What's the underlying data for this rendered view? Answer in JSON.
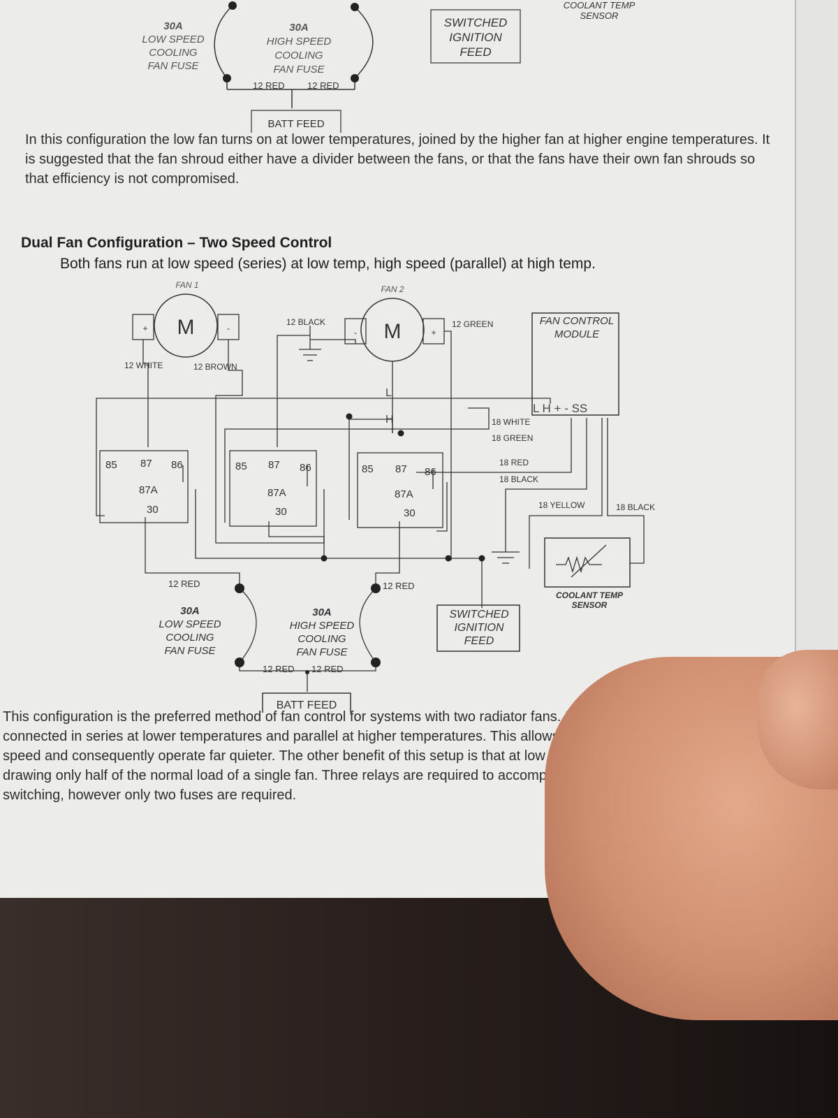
{
  "top_diagram": {
    "low_fuse": [
      "30A",
      "LOW SPEED",
      "COOLING",
      "FAN FUSE"
    ],
    "high_fuse": [
      "30A",
      "HIGH SPEED",
      "COOLING",
      "FAN FUSE"
    ],
    "wire_left": "12 RED",
    "wire_right": "12 RED",
    "batt_feed": "BATT FEED",
    "switched_ignition": [
      "SWITCHED",
      "IGNITION",
      "FEED"
    ],
    "coolant_sensor": [
      "COOLANT TEMP",
      "SENSOR"
    ]
  },
  "paragraph_1": "In this configuration the low fan turns on at lower temperatures, joined by the higher fan at higher engine temperatures. It is suggested that the fan shroud either have a divider between the fans, or that the fans have their own fan shrouds so that efficiency is not compromised.",
  "section": {
    "heading": "Dual Fan Configuration – Two Speed Control",
    "subtitle": "Both fans run at low speed (series) at low temp, high speed (parallel) at high temp."
  },
  "diagram": {
    "fan1_label": "FAN 1",
    "fan2_label": "FAN 2",
    "motor_symbol": "M",
    "plus": "+",
    "minus": "-",
    "wire_12_white": "12 WHITE",
    "wire_12_brown": "12 BROWN",
    "wire_12_black": "12 BLACK",
    "wire_12_green": "12 GREEN",
    "module_label": [
      "FAN CONTROL",
      "MODULE"
    ],
    "module_pins": "L H + - SS",
    "handwritten_L": "L",
    "handwritten_H": "H",
    "wire_18_white": "18 WHITE",
    "wire_18_green": "18 GREEN",
    "wire_18_red": "18 RED",
    "wire_18_black": "18 BLACK",
    "wire_18_yellow": "18 YELLOW",
    "wire_18_black_2": "18 BLACK",
    "relay_pins": {
      "p85": "85",
      "p87": "87",
      "p86": "86",
      "p87a": "87A",
      "p30": "30"
    },
    "wire_12_red_left": "12 RED",
    "wire_12_red_right": "12 RED",
    "low_fuse": [
      "30A",
      "LOW SPEED",
      "COOLING",
      "FAN FUSE"
    ],
    "high_fuse": [
      "30A",
      "HIGH SPEED",
      "COOLING",
      "FAN FUSE"
    ],
    "fuse_out_left": "12 RED",
    "fuse_out_right": "12 RED",
    "batt_feed": "BATT FEED",
    "switched_ignition": [
      "SWITCHED",
      "IGNITION",
      "FEED"
    ],
    "coolant_sensor": [
      "COOLANT TEMP",
      "SENSOR"
    ]
  },
  "paragraph_2": "This configuration is the preferred method of fan control for systems with two radiator fans. It allows both fans to be connected in series at lower temperatures and parallel at higher temperatures. This allows the fans to run at a lower speed and consequently operate far quieter. The other benefit of this setup is that at low speed, the fans will be drawing only half of the normal load of a single fan. Three relays are required to accomplish this series/parallel switching, however only two fuses are required."
}
